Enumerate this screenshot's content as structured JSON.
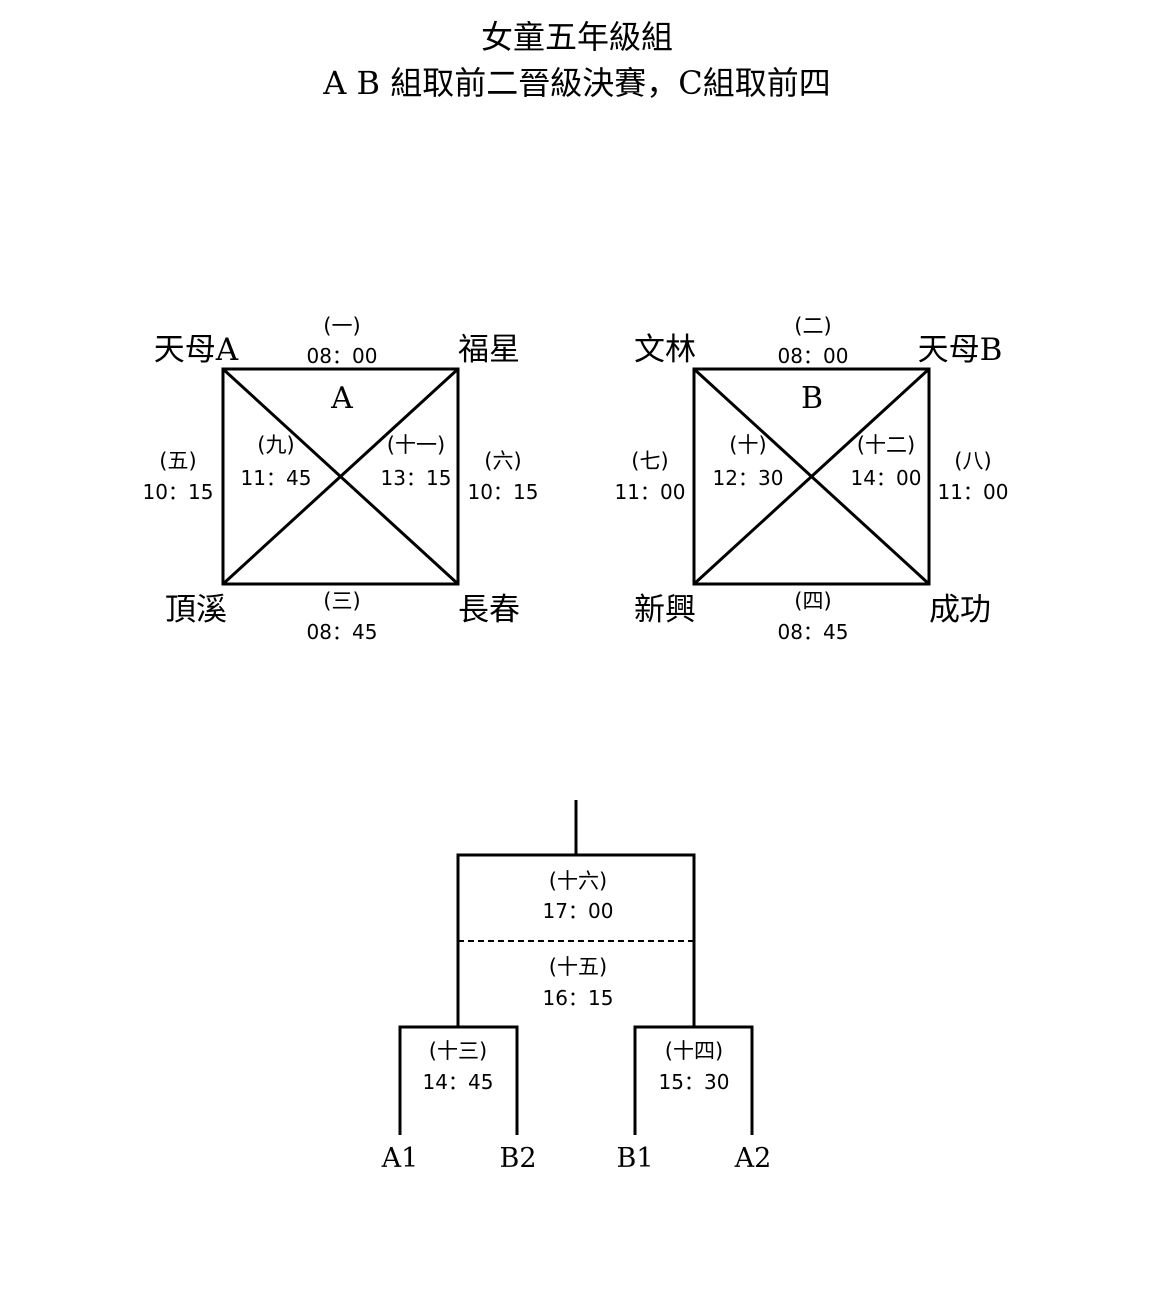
{
  "title": "女童五年級組",
  "subtitle": "A B 組取前二晉級決賽，C組取前四",
  "group_a": {
    "label": "A",
    "teams": {
      "top_left": "天母A",
      "top_right": "福星",
      "bottom_left": "頂溪",
      "bottom_right": "長春"
    },
    "matches": {
      "top": {
        "num": "(一)",
        "time": "08：00"
      },
      "bottom": {
        "num": "(三)",
        "time": "08：45"
      },
      "left": {
        "num": "(五)",
        "time": "10：15"
      },
      "right": {
        "num": "(六)",
        "time": "10：15"
      },
      "diag1": {
        "num": "(九)",
        "time": "11：45"
      },
      "diag2": {
        "num": "(十一)",
        "time": "13：15"
      }
    }
  },
  "group_b": {
    "label": "B",
    "teams": {
      "top_left": "文林",
      "top_right": "天母B",
      "bottom_left": "新興",
      "bottom_right": "成功"
    },
    "matches": {
      "top": {
        "num": "(二)",
        "time": "08：00"
      },
      "bottom": {
        "num": "(四)",
        "time": "08：45"
      },
      "left": {
        "num": "(七)",
        "time": "11：00"
      },
      "right": {
        "num": "(八)",
        "time": "11：00"
      },
      "diag1": {
        "num": "(十)",
        "time": "12：30"
      },
      "diag2": {
        "num": "(十二)",
        "time": "14：00"
      }
    }
  },
  "bracket": {
    "final": {
      "num": "(十六)",
      "time": "17：00"
    },
    "third": {
      "num": "(十五)",
      "time": "16：15"
    },
    "semi1": {
      "num": "(十三)",
      "time": "14：45"
    },
    "semi2": {
      "num": "(十四)",
      "time": "15：30"
    },
    "seeds": [
      "A1",
      "B2",
      "B1",
      "A2"
    ]
  }
}
